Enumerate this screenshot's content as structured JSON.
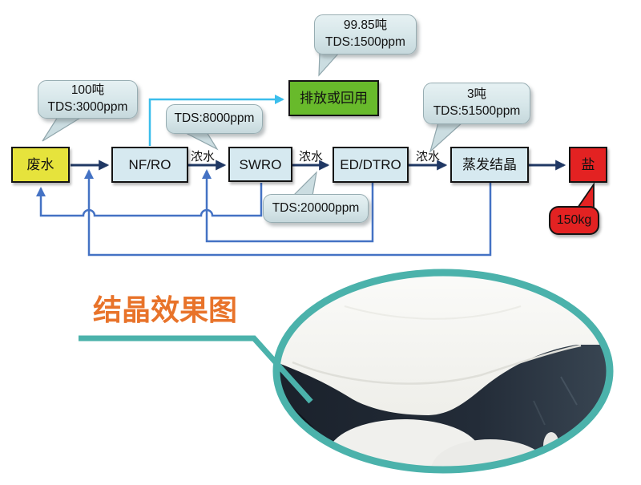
{
  "diagram": {
    "process_boxes": [
      {
        "label": "废水"
      },
      {
        "label": "NF/RO"
      },
      {
        "label": "SWRO"
      },
      {
        "label": "ED/DTRO"
      },
      {
        "label": "蒸发结晶"
      },
      {
        "label": "盐"
      }
    ],
    "discharge_box": {
      "label": "排放或回用"
    },
    "stream_labels": [
      {
        "label": "浓水"
      },
      {
        "label": "浓水"
      },
      {
        "label": "浓水"
      }
    ],
    "callouts": {
      "feed": {
        "line1": "100吨",
        "line2": "TDS:3000ppm"
      },
      "nfro_concentrate": {
        "line1": "TDS:8000ppm"
      },
      "discharge": {
        "line1": "99.85吨",
        "line2": "TDS:1500ppm"
      },
      "swro_concentrate": {
        "line1": "TDS:20000ppm"
      },
      "evaporator_feed": {
        "line1": "3吨",
        "line2": "TDS:51500ppm"
      },
      "salt_output": {
        "line1": "150kg"
      }
    }
  },
  "photo_section": {
    "title": "结晶效果图"
  },
  "colors": {
    "wastewater_yellow": "#E6E33C",
    "process_blue": "#D6E9F0",
    "discharge_green": "#68BA2B",
    "salt_red": "#E32222",
    "main_arrow_navy": "#203864",
    "recycle_blue": "#4472C4",
    "permeate_cyan": "#3BBEEC",
    "photo_teal": "#4BB2AB",
    "title_orange": "#E8732A"
  }
}
